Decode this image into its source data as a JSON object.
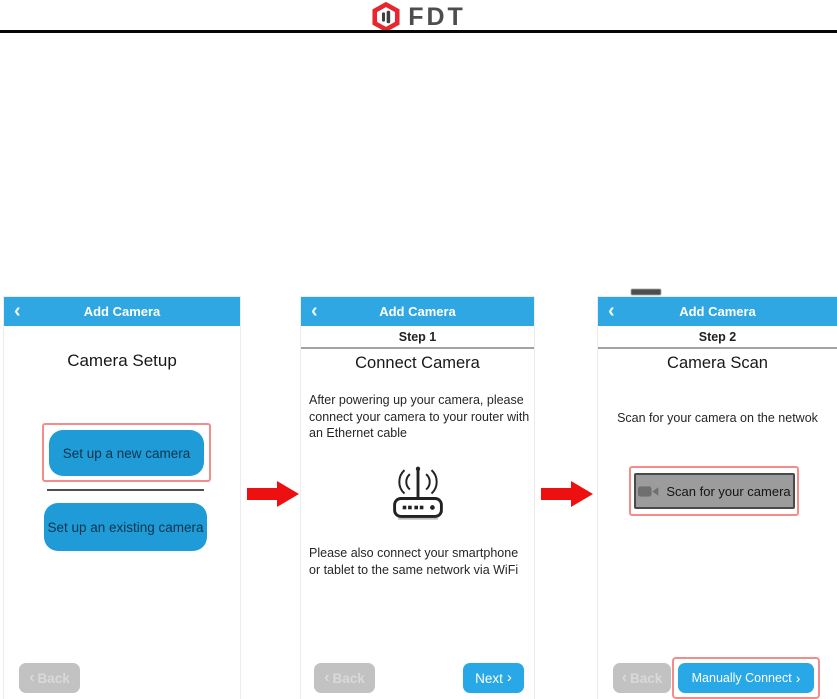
{
  "brand": {
    "name": "FDT"
  },
  "glyphs": {
    "back_chevron": "‹",
    "forward_chevron": "›"
  },
  "colors": {
    "nav_blue": "#2ea7e2",
    "button_blue": "#1f9cd8",
    "action_blue": "#29a8e8",
    "back_gray": "#c2c2c2",
    "highlight_red": "#f58c8c",
    "arrow_red": "#ee1010",
    "scan_gray": "#9c9c9c"
  },
  "screen1": {
    "nav_title": "Add Camera",
    "title": "Camera Setup",
    "new_camera_button": "Set up a new camera",
    "existing_camera_button": "Set up an existing camera",
    "back_button": "Back"
  },
  "screen2": {
    "nav_title": "Add Camera",
    "step_label": "Step 1",
    "title": "Connect Camera",
    "instruction1": "After powering up your camera, please connect your camera to your router with an Ethernet cable",
    "instruction2": "Please also connect your smartphone or tablet to the same network via WiFi",
    "back_button": "Back",
    "next_button": "Next"
  },
  "screen3": {
    "nav_title": "Add Camera",
    "step_label": "Step 2",
    "title": "Camera Scan",
    "instruction": "Scan for your camera on the netwok",
    "scan_button": "Scan for your camera",
    "back_button": "Back",
    "manual_button": "Manually Connect"
  }
}
